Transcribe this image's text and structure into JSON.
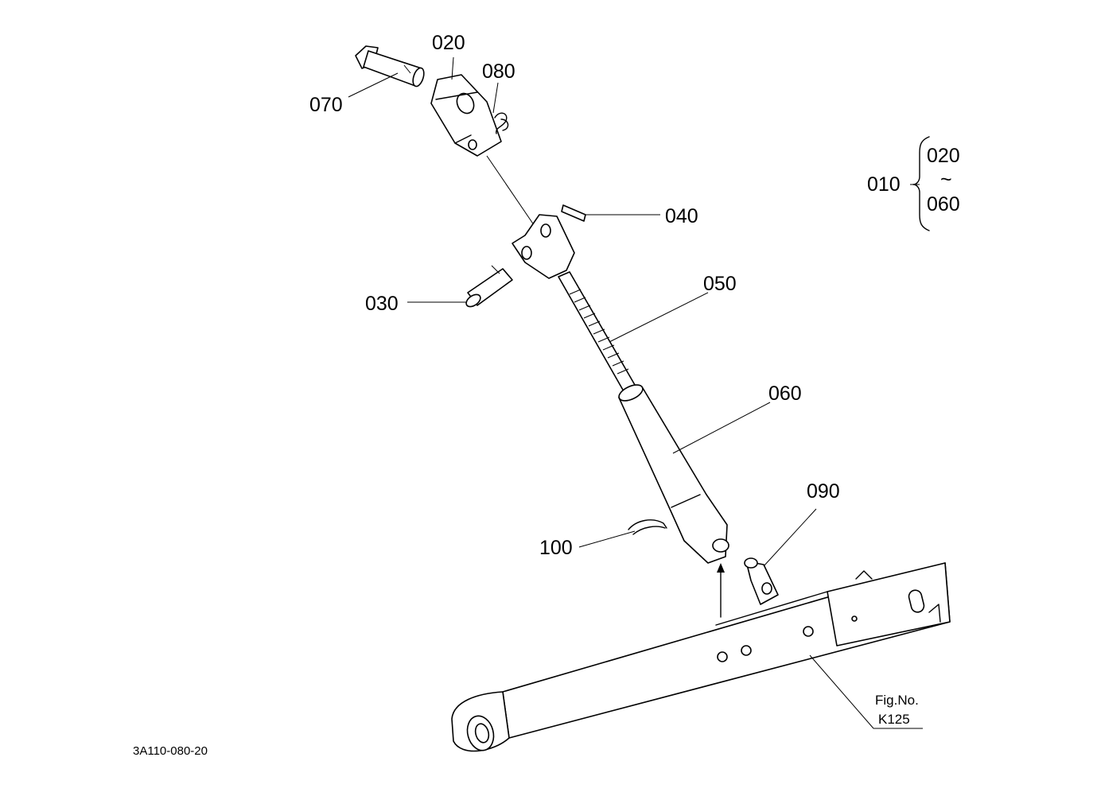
{
  "callouts": {
    "c020": "020",
    "c080": "080",
    "c070": "070",
    "c040": "040",
    "c030": "030",
    "c050": "050",
    "c060": "060",
    "c090": "090",
    "c100": "100"
  },
  "assembly": {
    "parent": "010",
    "range_start": "020",
    "range_sep": "~",
    "range_end": "060"
  },
  "figure_ref": {
    "line1": "Fig.No.",
    "line2": "K125"
  },
  "drawing_code": "3A110-080-20"
}
